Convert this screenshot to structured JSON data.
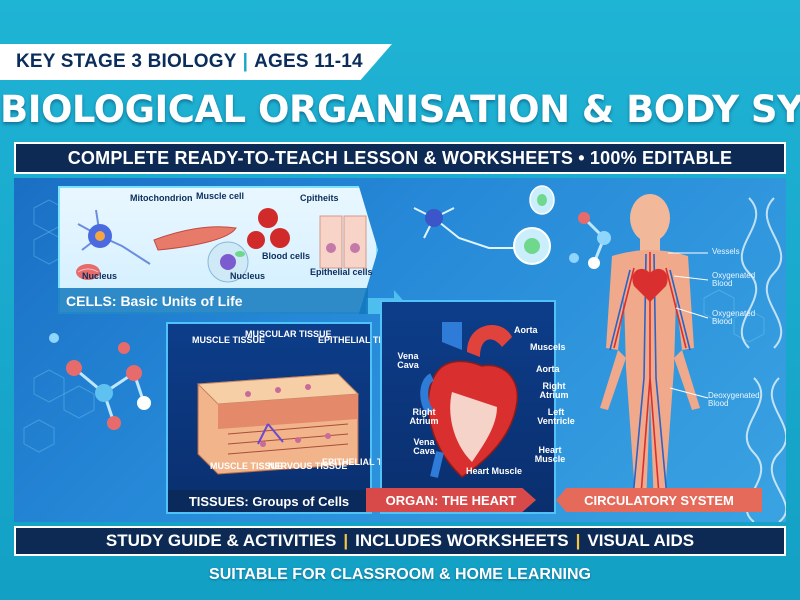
{
  "header": {
    "stage_label": "KEY STAGE 3 BIOLOGY",
    "separator": "|",
    "ages_label": "AGES 11-14",
    "title": "BIOLOGICAL ORGANISATION & BODY SYSTEMS",
    "subtitle": "COMPLETE READY-TO-TEACH LESSON & WORKSHEETS • 100% EDITABLE"
  },
  "cells": {
    "caption": "CELLS: Basic Units of Life",
    "labels": {
      "mitochondrion": "Mitochondrion",
      "muscle_cell": "Muscle cell",
      "epitheits": "Cpitheits",
      "blood_cells": "Blood cells",
      "nucleus_1": "Nucleus",
      "nucleus_2": "Nucleus",
      "epithelial_cells": "Epithelial cells"
    }
  },
  "tissues": {
    "caption": "TISSUES: Groups of Cells",
    "labels": {
      "muscle_tissue_top": "MUSCLE TISSUE",
      "muscular_tissue": "MUSCULAR TISSUE",
      "epithelial_tissue_top": "EPITHELIAL TISSUE",
      "muscle_tissue_bottom": "MUSCLE TISSUE",
      "nervous_tissue": "NERVOUS TISSUE",
      "epithelial_tissue_bottom": "EPITHELIAL TISSUE"
    }
  },
  "heart": {
    "caption": "ORGAN: THE HEART",
    "labels": {
      "aorta_top": "Aorta",
      "muscels": "Muscels",
      "vena_cava_top": "Vena Cava",
      "aorta_mid": "Aorta",
      "right_atrium_r": "Right Atrium",
      "right_atrium_l": "Right Atrium",
      "left_ventricle": "Left Ventricle",
      "vena_cava_bottom": "Vena Cava",
      "heart_muscle_r": "Heart Muscle",
      "heart_muscle_b": "Heart Muscle"
    }
  },
  "circulatory": {
    "caption": "CIRCULATORY SYSTEM",
    "labels": {
      "vessels": "Vessels",
      "oxygenated_1": "Oxygenated Blood",
      "oxygenated_2": "Oxygenated Blood",
      "deoxygenated": "Deoxygenated Blood"
    }
  },
  "bottom": {
    "item_1": "STUDY GUIDE & ACTIVITIES",
    "item_2": "INCLUDES WORKSHEETS",
    "item_3": "VISUAL AIDS",
    "separator": "|",
    "footer": "SUITABLE FOR CLASSROOM & HOME LEARNING"
  },
  "colors": {
    "navy": "#0d2a55",
    "cyan": "#1aa6c9",
    "heart_red": "#d84a4a",
    "circ_coral": "#e56a5a",
    "accent_yellow": "#f5c542"
  }
}
